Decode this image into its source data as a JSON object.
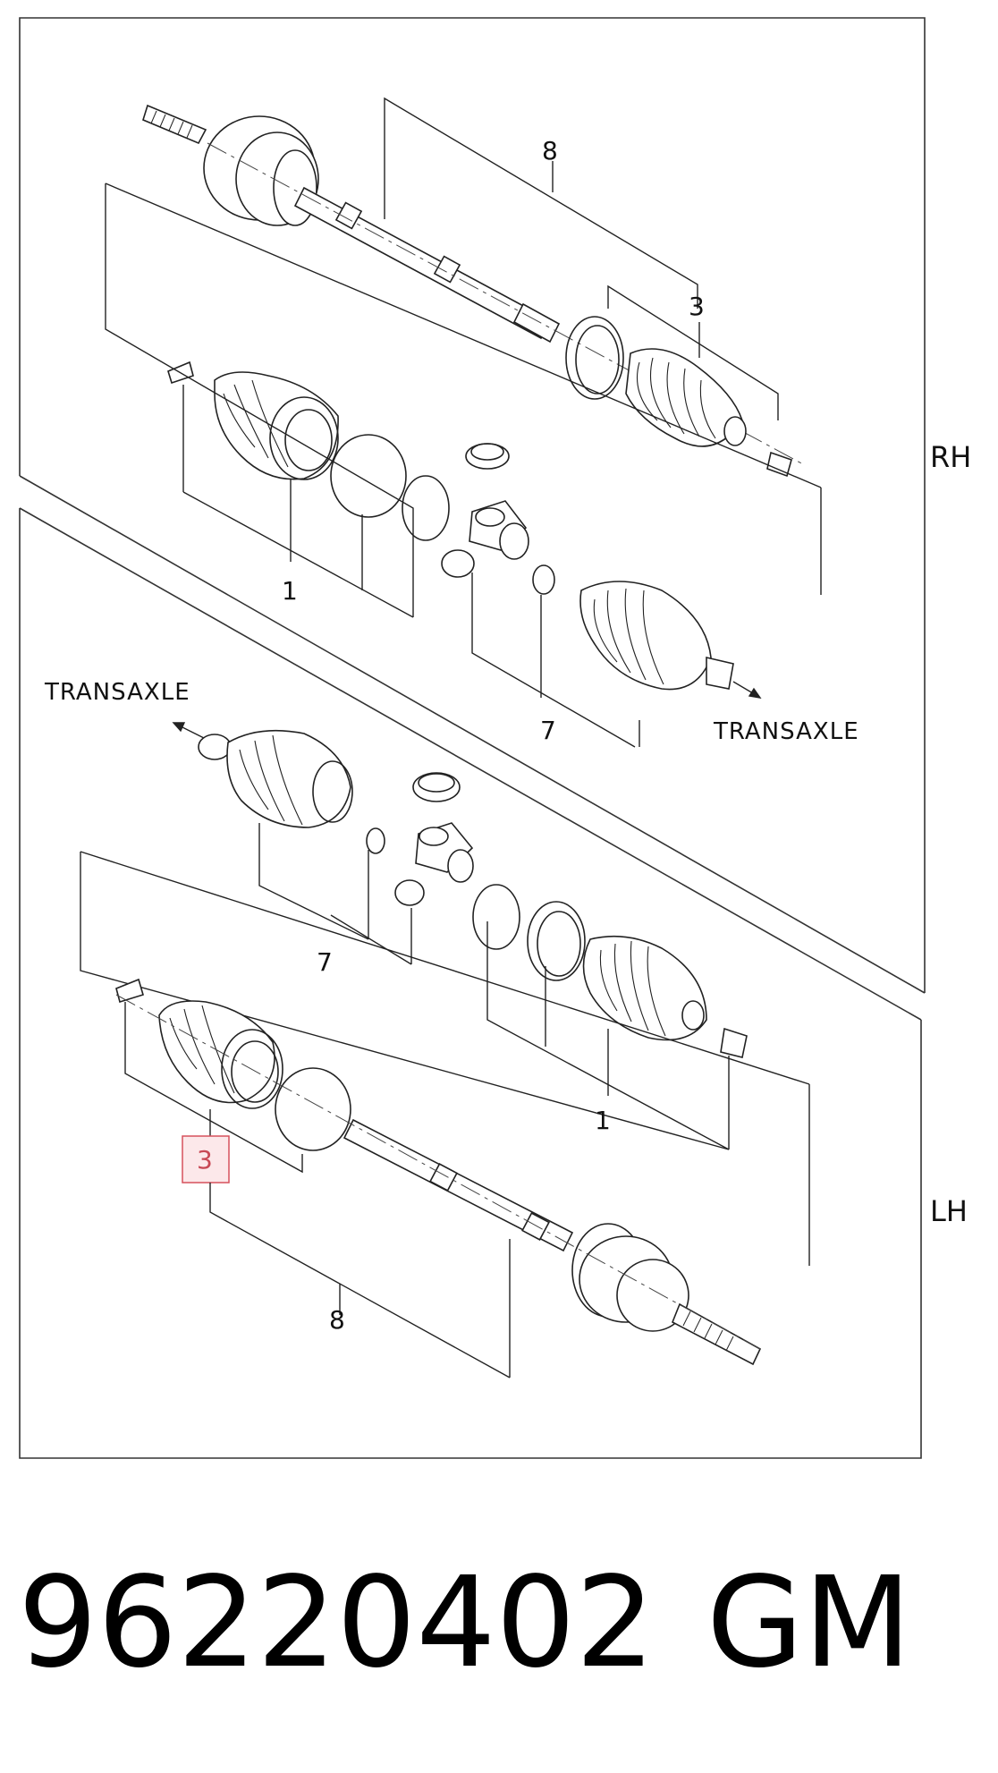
{
  "diagram": {
    "side_rh": "RH",
    "side_lh": "LH",
    "transaxle_left": "TRANSAXLE",
    "transaxle_right": "TRANSAXLE",
    "rh_callouts": {
      "shaft": "8",
      "boot_kit_outer": "3",
      "boot_kit_inner": "1",
      "tripod_kit": "7"
    },
    "lh_callouts": {
      "tripod_kit": "7",
      "boot_kit_inner": "1",
      "boot_kit_outer_highlighted": "3",
      "shaft": "8"
    },
    "highlight_color": "#e8a0a8"
  },
  "footer": {
    "part_number": "96220402",
    "brand": "GM"
  }
}
